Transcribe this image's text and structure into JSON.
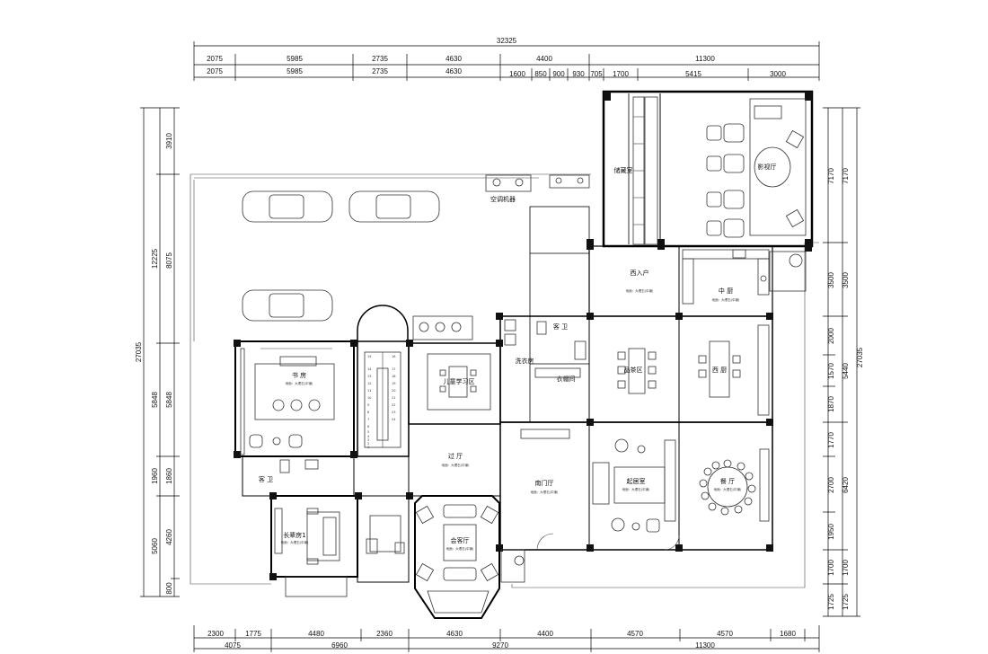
{
  "dimensions": {
    "top_total": "32325",
    "top_row1_left": [
      "2075",
      "5985",
      "2735",
      "4630"
    ],
    "top_row1_right": [
      "4400",
      "11300"
    ],
    "top_row2_left": [
      "2075",
      "5985",
      "2735",
      "4630"
    ],
    "top_row2_right": [
      "1600",
      "850",
      "900",
      "930",
      "705",
      "1700",
      "5415",
      "3000"
    ],
    "bottom_row1": [
      "2300",
      "1775",
      "4480",
      "2360",
      "4630",
      "4400",
      "4570",
      "4570",
      "1680"
    ],
    "bottom_row2": [
      "4075",
      "6960",
      "9270",
      "11300"
    ],
    "left_total": "27035",
    "left_outer": [
      "12225",
      "5848",
      "1960",
      "5060"
    ],
    "left_inner": [
      "3910",
      "8075",
      "5848",
      "1860",
      "4260",
      "800"
    ],
    "right_total": "27035",
    "right_inner": [
      "7170",
      "3500",
      "2000",
      "1570",
      "1870",
      "1770",
      "2700",
      "1950",
      "1700",
      "1725"
    ],
    "right_outer": [
      "7170",
      "3500",
      "5440",
      "6420",
      "1700",
      "1725"
    ]
  },
  "rooms": {
    "garage_machine": "空调机器",
    "storage": "储藏室",
    "tea_room": "影视厅",
    "west_entry": "西入户",
    "kitchen_cn": "中 厨",
    "guest_bath": "客 卫",
    "laundry": "洗衣房",
    "cloak": "衣帽间",
    "study": "书 房",
    "kids_study": "儿童学习区",
    "dining_area": "品茶区",
    "west_kitchen": "西 厨",
    "guest_bath2": "客 卫",
    "hall": "过 厅",
    "south_hall": "南门厅",
    "living": "起居室",
    "dining": "餐 厅",
    "elder_room": "长辈房1",
    "reception": "会客厅"
  },
  "notes": {
    "floor": "地面：大理石(中铺)"
  },
  "stair_numbers": [
    "15",
    "16",
    "14",
    "17",
    "13",
    "18",
    "12",
    "19",
    "11",
    "20",
    "10",
    "21",
    "9",
    "22",
    "8",
    "23",
    "7",
    "24",
    "6",
    "5",
    "4",
    "3",
    "2",
    "1"
  ]
}
